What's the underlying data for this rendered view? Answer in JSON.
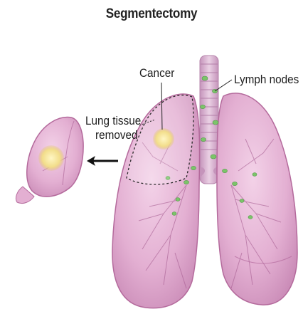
{
  "title": "Segmentectomy",
  "labels": {
    "cancer": "Cancer",
    "lymph_nodes": "Lymph nodes",
    "lung_tissue": "Lung tissue",
    "removed": "removed"
  },
  "colors": {
    "lung_fill": "#e6b3d6",
    "lung_edge": "#b46a9c",
    "trachea": "#d4a7c9",
    "lymph_node": "#7cc46a",
    "tumor": "#f3e39a",
    "segment_outline": "#2a2a2a",
    "label_text": "#1e1e1e"
  }
}
